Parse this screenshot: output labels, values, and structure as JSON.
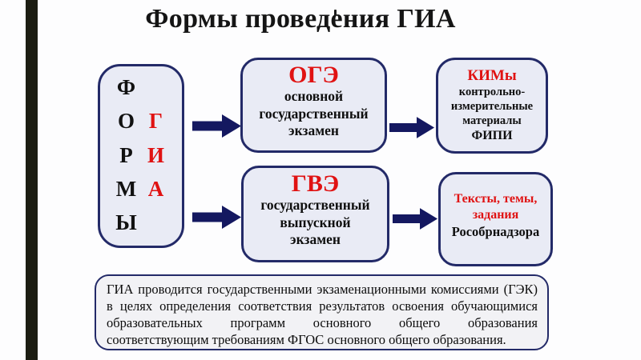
{
  "colors": {
    "accent_red": "#e01212",
    "navy_border": "#232a68",
    "arrow_navy": "#141860",
    "left_bar": "#1c1d12",
    "box_fill": "#e9ebf5"
  },
  "title": "Формы проведения ГИА",
  "forms_box": {
    "rows": [
      {
        "black": "Ф",
        "red": ""
      },
      {
        "black": "О",
        "red": "Г"
      },
      {
        "black": "Р",
        "red": "И"
      },
      {
        "black": "М",
        "red": "А"
      },
      {
        "black": "Ы",
        "red": ""
      }
    ]
  },
  "oge_box": {
    "abbr": "ОГЭ",
    "lines": [
      "основной",
      "государственный",
      "экзамен"
    ]
  },
  "gve_box": {
    "abbr": "ГВЭ",
    "lines": [
      "государственный",
      "выпускной",
      "экзамен"
    ]
  },
  "kim_box": {
    "title": "КИМы",
    "lines": [
      "контрольно-",
      "измерительные",
      "материалы"
    ],
    "source": "ФИПИ"
  },
  "texts_box": {
    "red_lines": [
      "Тексты, темы,",
      "задания"
    ],
    "source": "Рособрнадзора"
  },
  "footer_box": {
    "text": "ГИА проводится государственными экзаменационными комиссиями (ГЭК) в целях определения соответствия результатов освоения обучающимися образовательных программ основного общего образования соответствующим требованиям ФГОС основного общего образования."
  }
}
